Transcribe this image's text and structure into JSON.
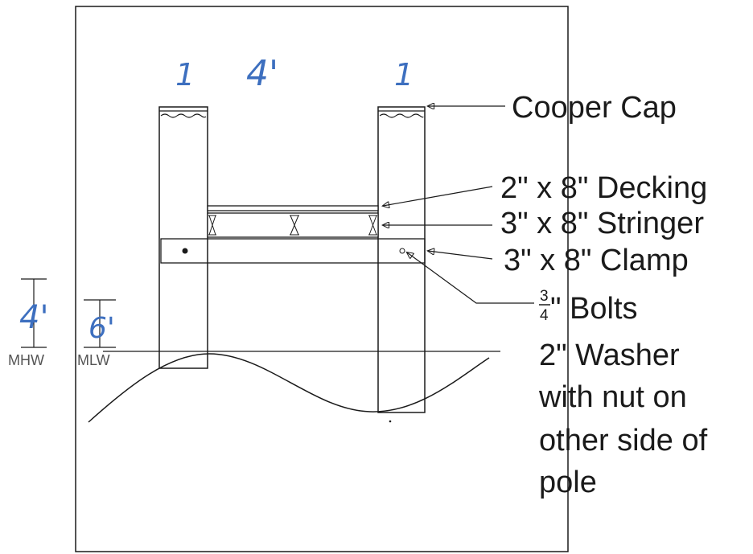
{
  "labels": {
    "cap": "Cooper Cap",
    "decking": "2\" x 8\" Decking",
    "stringer": "3\" x 8\" Stringer",
    "clamp": "3\" x 8\" Clamp",
    "bolts_frac_num": "3",
    "bolts_frac_den": "4",
    "bolts": "\" Bolts",
    "washer": [
      "2\" Washer",
      "with nut on",
      "other side of",
      "pole"
    ]
  },
  "handwritten": {
    "left_post_width": "1",
    "span_width": "4'",
    "right_post_width": "1",
    "mhw_height": "4'",
    "mlw_height": "6'"
  },
  "datums": {
    "mhw": "MHW",
    "mlw": "MLW"
  },
  "colors": {
    "ink": "#1a1a1a",
    "handwriting": "#3d6fbf",
    "datum_text": "#555555"
  }
}
